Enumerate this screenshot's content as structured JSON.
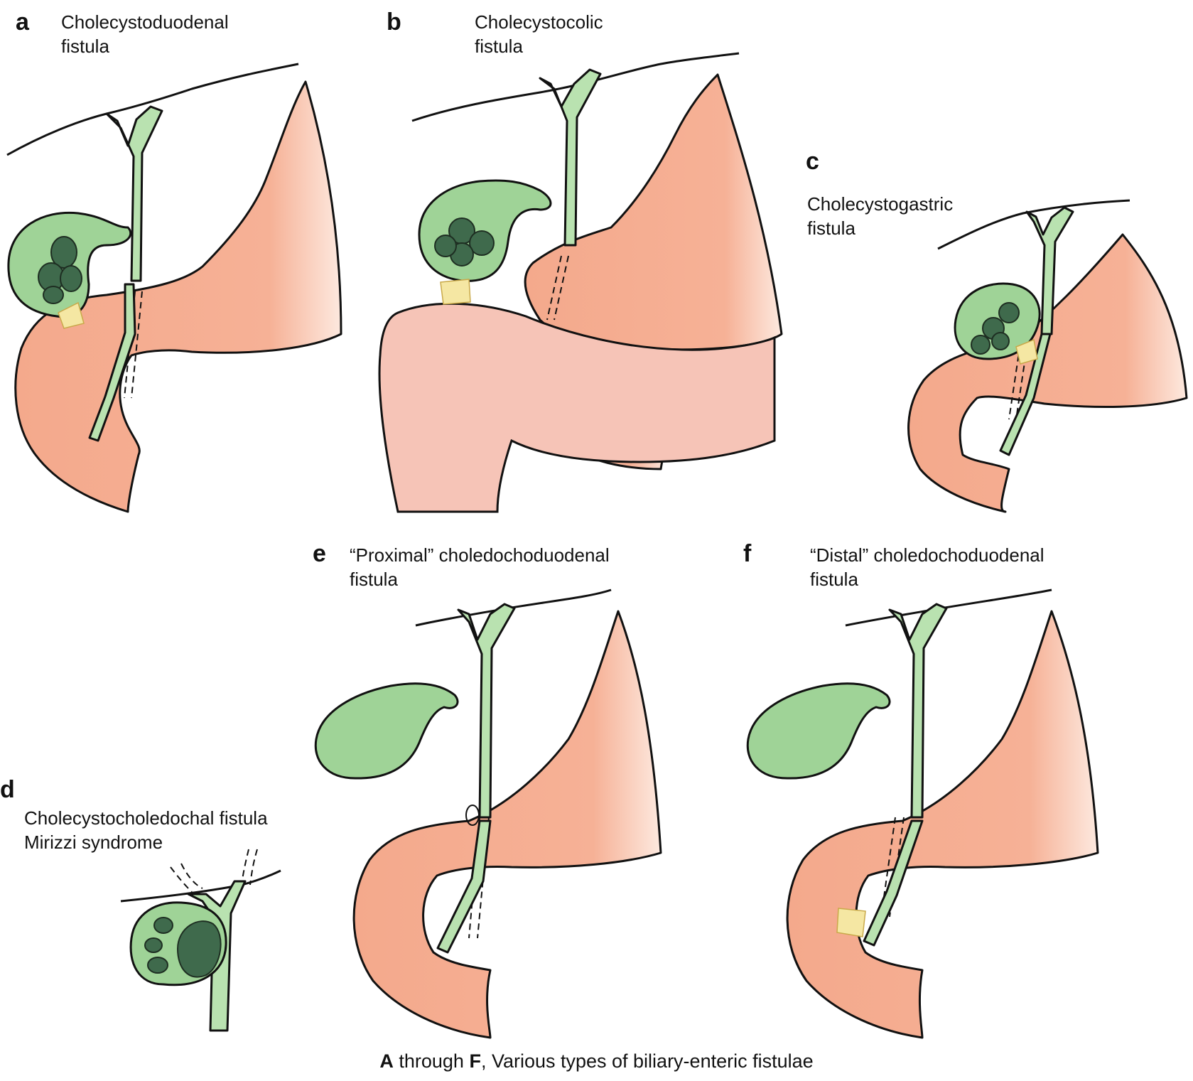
{
  "panels": [
    {
      "letter": "a",
      "title_lines": [
        "Cholecystoduodenal",
        "fistula"
      ]
    },
    {
      "letter": "b",
      "title_lines": [
        "Cholecystocolic",
        "fistula"
      ]
    },
    {
      "letter": "c",
      "title_lines": [
        "Cholecystogastric",
        "fistula"
      ]
    },
    {
      "letter": "d",
      "title_lines": [
        "Cholecystocholedochal fistula",
        "Mirizzi syndrome"
      ]
    },
    {
      "letter": "e",
      "title_lines": [
        "“Proximal” choledochoduodenal",
        "fistula"
      ]
    },
    {
      "letter": "f",
      "title_lines": [
        "“Distal” choledochoduodenal",
        "fistula"
      ]
    }
  ],
  "caption": {
    "first_bold": "A",
    "middle": " through ",
    "second_bold": "F",
    "rest": ", Various types of biliary-enteric fistulae"
  },
  "colors": {
    "gallbladder": "#9fd397",
    "bile_duct": "#b9e2b0",
    "gallstone": "#3f6a4c",
    "duodenum_stomach": "#f4a98c",
    "colon": "#f6c4b7",
    "fistula": "#f5e7a3"
  }
}
